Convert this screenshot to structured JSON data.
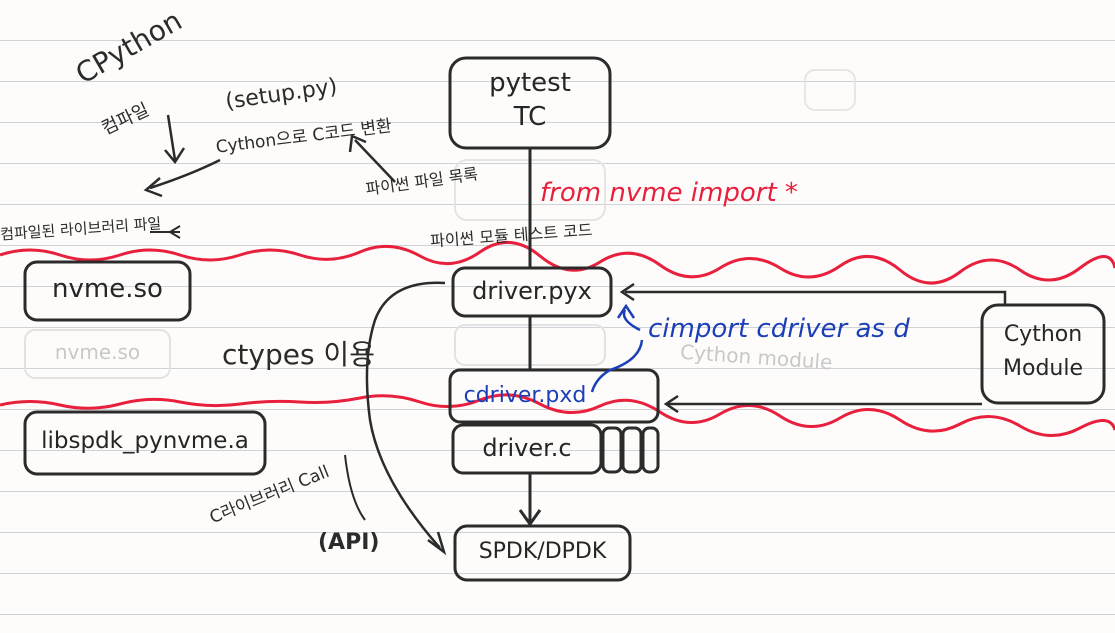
{
  "colors": {
    "ink": "#2b2b2b",
    "red": "#e8203e",
    "blue": "#1c3fb8",
    "faint": "#c8c8c8"
  },
  "top": {
    "cpython_title": "CPython",
    "cpython_sub": "컴파일",
    "setup": "(setup.py)",
    "cython_compile": "Cython으로 C코드 변환",
    "compile_note": "파이썬 파일 목록",
    "object_file": "컴파일된 라이브러리 파일",
    "test_code": "파이썬 모듈 테스트 코드",
    "pytest_box": "pytest\nTC",
    "from_import": "from nvme import *"
  },
  "middle": {
    "nvme_so": "nvme.so",
    "nvme_so_faint": "nvme.so",
    "ctypes": "ctypes 이용",
    "driver_pyx": "driver.pyx",
    "cimport": "cimport cdriver as d",
    "cdriver_pxd": "cdriver.pxd",
    "driver_c": "driver.c",
    "cython_module": "Cython\nModule",
    "faint_module": "Cython module"
  },
  "bottom": {
    "libspdk": "libspdk_pynvme.a",
    "c_call": "C라이브러리 Call",
    "api": "(API)",
    "spdk": "SPDK/DPDK"
  }
}
